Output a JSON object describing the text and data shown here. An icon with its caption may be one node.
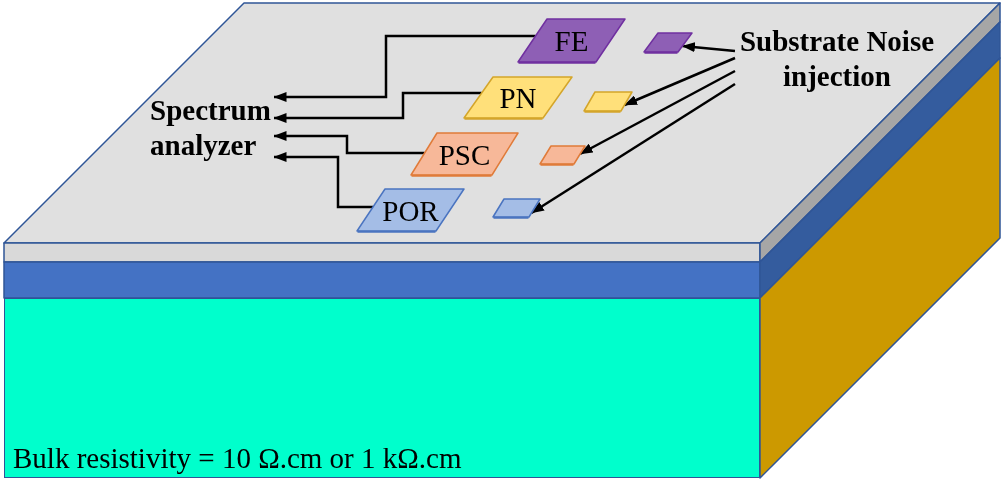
{
  "diagram": {
    "nodes": [
      {
        "text": [
          "FE"
        ]
      },
      {
        "text": [],
        "shape": "parallelogram"
      },
      {
        "text": [
          "Substrate Noise injection"
        ]
      },
      {
        "text": [
          "PN"
        ]
      },
      {
        "text": [],
        "shape": "parallelogram"
      },
      {
        "text": [
          "Spectrum analyzer"
        ]
      },
      {
        "text": [
          "PSC"
        ]
      },
      {
        "text": [],
        "shape": "parallelogram"
      },
      {
        "text": [
          "POR"
        ]
      },
      {
        "text": [],
        "shape": "parallelogram"
      },
      {
        "text": [
          "Bulk resistivity = 10 Ω.cm or 1 kΩ.cm"
        ]
      }
    ],
    "edges": [
      {
        "from": 0,
        "to": 5,
        "arrow": "to"
      },
      {
        "from": 3,
        "to": 5,
        "arrow": "to"
      },
      {
        "from": 6,
        "to": 5,
        "arrow": "to"
      },
      {
        "from": 8,
        "to": 5,
        "arrow": "to"
      },
      {
        "from": 2,
        "to": 1,
        "arrow": "to"
      },
      {
        "from": 2,
        "to": 4,
        "arrow": "to"
      },
      {
        "from": 2,
        "to": 7,
        "arrow": "to"
      },
      {
        "from": 2,
        "to": 9,
        "arrow": "to"
      }
    ]
  }
}
